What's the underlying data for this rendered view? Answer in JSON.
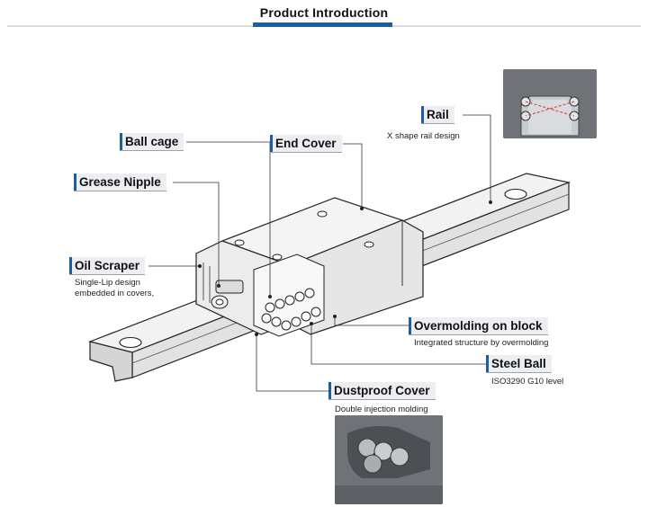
{
  "header": {
    "title": "Product Introduction"
  },
  "labels": {
    "rail": {
      "title": "Rail",
      "desc": "X shape rail design"
    },
    "ball_cage": {
      "title": "Ball cage"
    },
    "end_cover": {
      "title": "End Cover"
    },
    "grease_nipple": {
      "title": "Grease Nipple"
    },
    "oil_scraper": {
      "title": "Oil Scraper",
      "desc_line1": "Single-Lip design",
      "desc_line2": "embedded in covers,"
    },
    "overmolding": {
      "title": "Overmolding on block",
      "desc": "Integrated structure by overmolding"
    },
    "steel_ball": {
      "title": "Steel Ball",
      "desc": "ISO3290 G10 level"
    },
    "dustproof_cover": {
      "title": "Dustproof Cover",
      "desc": "Double injection molding"
    }
  },
  "colors": {
    "accent": "#1f5e9c",
    "label_bg": "#eceef2",
    "inset_bg": "#6f7378"
  }
}
